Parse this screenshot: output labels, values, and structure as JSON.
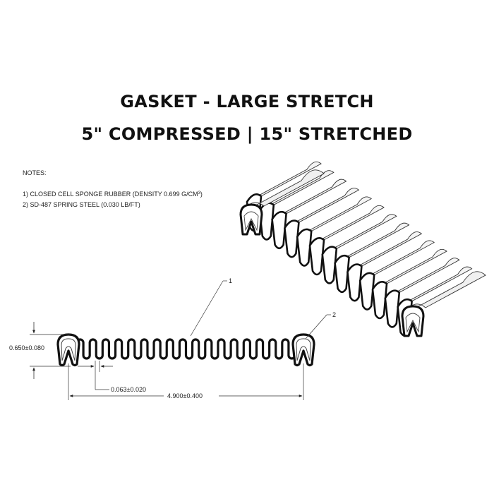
{
  "title": {
    "line1": "GASKET - LARGE STRETCH",
    "line2": "5\" COMPRESSED | 15\" STRETCHED"
  },
  "notes": {
    "heading": "NOTES:",
    "items": [
      {
        "prefix": "1) CLOSED CELL SPONGE RUBBER (DENSITY 0.699 G/CM",
        "sup": "3",
        "suffix": ")"
      },
      {
        "text": "2) SD-487 SPRING STEEL (0.030 LB/FT)"
      }
    ]
  },
  "callouts": {
    "one": "1",
    "two": "2"
  },
  "dimensions": {
    "height": "0.650±0.080",
    "thickness": "0.063±0.020",
    "length": "4.900±0.400"
  }
}
